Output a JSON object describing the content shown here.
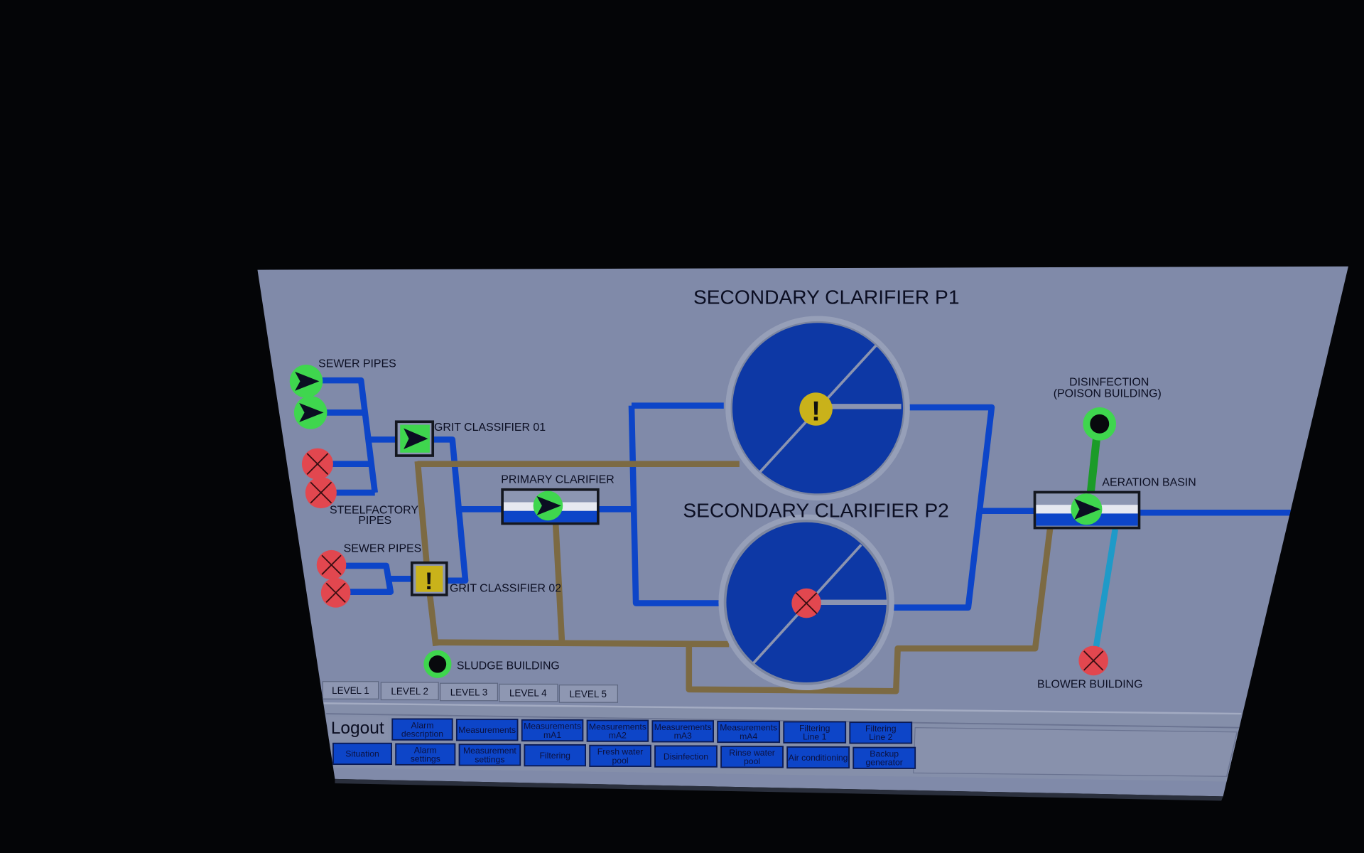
{
  "diagram": {
    "labels": {
      "sewer_pipes_top": "SEWER PIPES",
      "steelfactory_line1": "STEELFACTORY",
      "steelfactory_line2": "PIPES",
      "sewer_pipes_bottom": "SEWER PIPES",
      "grit_classifier_01": "GRIT CLASSIFIER 01",
      "grit_classifier_02": "GRIT CLASSIFIER 02",
      "primary_clarifier": "PRIMARY CLARIFIER",
      "secondary_clarifier_p1": "SECONDARY CLARIFIER P1",
      "secondary_clarifier_p2": "SECONDARY CLARIFIER P2",
      "disinfection_line1": "DISINFECTION",
      "disinfection_line2": "(POISON BUILDING)",
      "aeration_basin": "AERATION BASIN",
      "sludge_building": "SLUDGE BUILDING",
      "blower_building": "BLOWER BUILDING"
    },
    "alert_glyph": "!",
    "colors": {
      "running": "#3fd64e",
      "stopped": "#e2474f",
      "warning": "#c9b21a",
      "pipe_water": "#0d45c8",
      "pipe_sludge": "#7c6a43",
      "pipe_air": "#1f9ac8",
      "pipe_chemical": "#1b9b28",
      "panel": "#808aa9"
    }
  },
  "level_tabs": [
    "LEVEL 1",
    "LEVEL 2",
    "LEVEL 3",
    "LEVEL 4",
    "LEVEL 5"
  ],
  "nav": {
    "logout_label": "Logout",
    "row1": [
      [
        "Alarm",
        "description"
      ],
      [
        "Measurements"
      ],
      [
        "Measurements",
        "mA1"
      ],
      [
        "Measurements",
        "mA2"
      ],
      [
        "Measurements",
        "mA3"
      ],
      [
        "Measurements",
        "mA4"
      ],
      [
        "Filtering",
        "Line 1"
      ],
      [
        "Filtering",
        "Line 2"
      ]
    ],
    "row2": [
      [
        "Situation"
      ],
      [
        "Alarm",
        "settings"
      ],
      [
        "Measurement",
        "settings"
      ],
      [
        "Filtering"
      ],
      [
        "Fresh water",
        "pool"
      ],
      [
        "Disinfection"
      ],
      [
        "Rinse water",
        "pool"
      ],
      [
        "Air conditioning"
      ],
      [
        "Backup",
        "generator"
      ]
    ]
  }
}
